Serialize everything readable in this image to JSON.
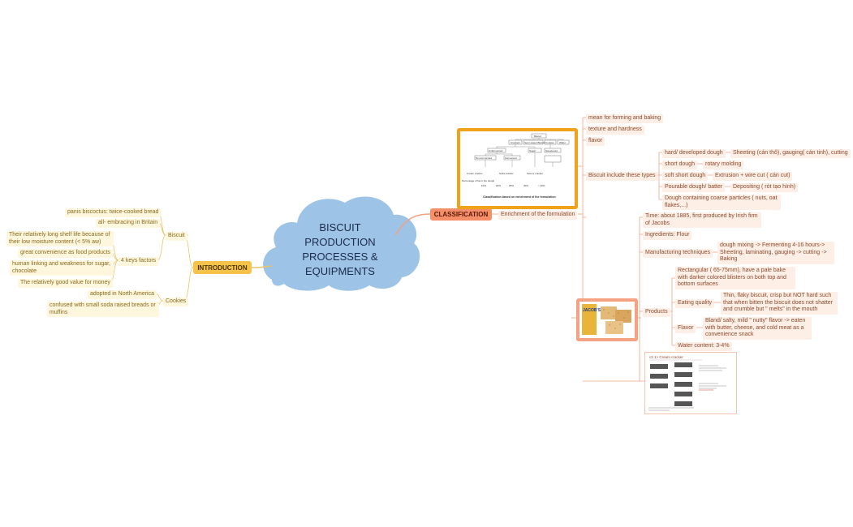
{
  "center": {
    "title": "BISCUIT PRODUCTION PROCESSES & EQUIPMENTS"
  },
  "intro": {
    "label": "INTRODUCTION",
    "biscuit": {
      "label": "Biscuit",
      "items": [
        "panis biscoctus: twice-cooked bread",
        "all- embracing in Britain"
      ],
      "factors_label": "4 keys factors",
      "factors": [
        "Their relatively long shelf life because of their low moisture content (< 5% aw)",
        "great convenience as food products",
        "human linking and weakness for sugar, chocolate",
        "The relatively good value for money"
      ]
    },
    "cookies": {
      "label": "Cookies",
      "items": [
        "adopted in North America",
        "confused with small soda raised breads or muffins"
      ]
    }
  },
  "classification": {
    "label": "CLASSIFICATION",
    "enrichment": "Enrichment of the formulation",
    "top": [
      "mean for forming and baking",
      "texture and hardness",
      "flavor"
    ],
    "types_label": "Biscuit include these types",
    "types": [
      {
        "name": "hard/ developed dough",
        "detail": "Sheeting (cán thô), gauging( cán tinh), cutting"
      },
      {
        "name": "short dough",
        "detail": "rotary molding"
      },
      {
        "name": "soft short dough",
        "detail": "Extrusion + wire cut ( cán cut)"
      },
      {
        "name": "Pourable dough/ batter",
        "detail": "Depositing ( rót tạo hình)"
      },
      {
        "name": "Dough containing coarse particles ( nuts, oat flakes,...)",
        "detail": ""
      }
    ],
    "figure": {
      "caption": "Classification based on enrichment of the formulation",
      "boxes": [
        "Biscuit",
        "Crackers",
        "Semi-sweet Biscuit",
        "Cookies",
        "Wafer",
        "Unfermented",
        "Fermented",
        "Sugar",
        "Sweetened",
        "Non-fermented",
        "Fermented",
        "Cream cracker",
        "Soda cracker",
        "Savory cracker"
      ],
      "ylabel": "Percentage of fat in the dough",
      "ticks": [
        "10%",
        "20%",
        "25%",
        "30%",
        "> 30%"
      ]
    },
    "cracker": {
      "brand": "JACOB'S",
      "time": "Time: about 1885, first produced by Irish firm of Jacobs",
      "ingredients": "Ingredients: Flour",
      "tech_label": "Manufacturing techniques",
      "tech": "dough mixing -> Fermenting 4-16 hours-> Sheeting, laminating, gauging -> cutting -> Baking",
      "products_label": "Products",
      "products": "Rectangular ( 65-75mm), have a pale bake with darker colored blisters on both top and bottom surfaces",
      "eating_label": "Eating quality",
      "eating": "Thin, flaky biscuit, crisp but NOT hard such that when bitten the biscuit does not shatter and crumble but \" melts\" in the mouth",
      "flavor_label": "Flavor",
      "flavor": "Bland/ salty, mild \" nutty\" flavor -> eaten with butter, cheese, and cold meat as a convenience snack",
      "water": "Water content: 3-4%",
      "doc_title": "c2.1> Cream cracker"
    }
  },
  "colors": {
    "center": "#9dc3e6",
    "intro": "#f5c24a",
    "classification": "#f58f6a",
    "line_left": "#e9c46a",
    "line_right": "#f4a282"
  }
}
